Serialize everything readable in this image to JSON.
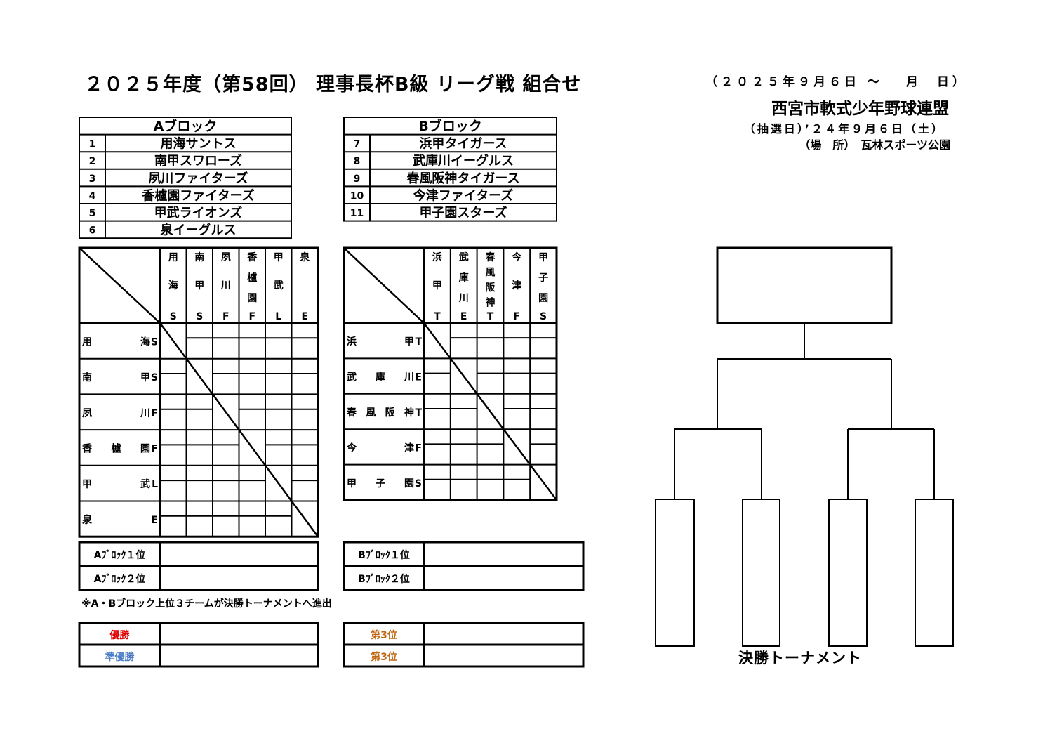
{
  "header": {
    "title": "２０２５年度（第58回） 理事長杯B級 リーグ戦 組合せ",
    "period": "（２０２５年９月６日 ～　 月　日）",
    "organization": "西宮市軟式少年野球連盟",
    "lottery": "（抽選日）’２４年９月６日（土）",
    "place": "（場　所）　瓦林スポーツ公園"
  },
  "block_a": {
    "heading": "Aブロック",
    "teams": [
      {
        "no": "1",
        "name": "用海サントス",
        "short": "用海",
        "letter": "S"
      },
      {
        "no": "2",
        "name": "南甲スワローズ",
        "short": "南甲",
        "letter": "S"
      },
      {
        "no": "3",
        "name": "夙川ファイターズ",
        "short": "夙川",
        "letter": "F"
      },
      {
        "no": "4",
        "name": "香櫨園ファイターズ",
        "short": "香櫨園",
        "letter": "F"
      },
      {
        "no": "5",
        "name": "甲武ライオンズ",
        "short": "甲武",
        "letter": "L"
      },
      {
        "no": "6",
        "name": "泉イーグルス",
        "short": "泉",
        "letter": "E"
      }
    ]
  },
  "block_b": {
    "heading": "Bブロック",
    "teams": [
      {
        "no": "7",
        "name": "浜甲タイガース",
        "short": "浜甲",
        "letter": "T"
      },
      {
        "no": "8",
        "name": "武庫川イーグルス",
        "short": "武庫川",
        "letter": "E"
      },
      {
        "no": "9",
        "name": "春風阪神タイガース",
        "short": "春風阪神",
        "letter": "T"
      },
      {
        "no": "10",
        "name": "今津ファイターズ",
        "short": "今津",
        "letter": "F"
      },
      {
        "no": "11",
        "name": "甲子園スターズ",
        "short": "甲子園",
        "letter": "S"
      }
    ]
  },
  "ranking": {
    "a": [
      "Aﾌﾞﾛｯｸ１位",
      "Aﾌﾞﾛｯｸ２位"
    ],
    "b": [
      "Bﾌﾞﾛｯｸ１位",
      "Bﾌﾞﾛｯｸ２位"
    ]
  },
  "note": "※A・Bブロック上位３チームが決勝トーナメントへ進出",
  "results": {
    "a": [
      {
        "label": "優勝",
        "color": "#e00000"
      },
      {
        "label": "準優勝",
        "color": "#4a7cc4"
      }
    ],
    "b": [
      {
        "label": "第3位",
        "color": "#c0650f"
      },
      {
        "label": "第3位",
        "color": "#c0650f"
      }
    ]
  },
  "tournament_label": "決勝トーナメント"
}
